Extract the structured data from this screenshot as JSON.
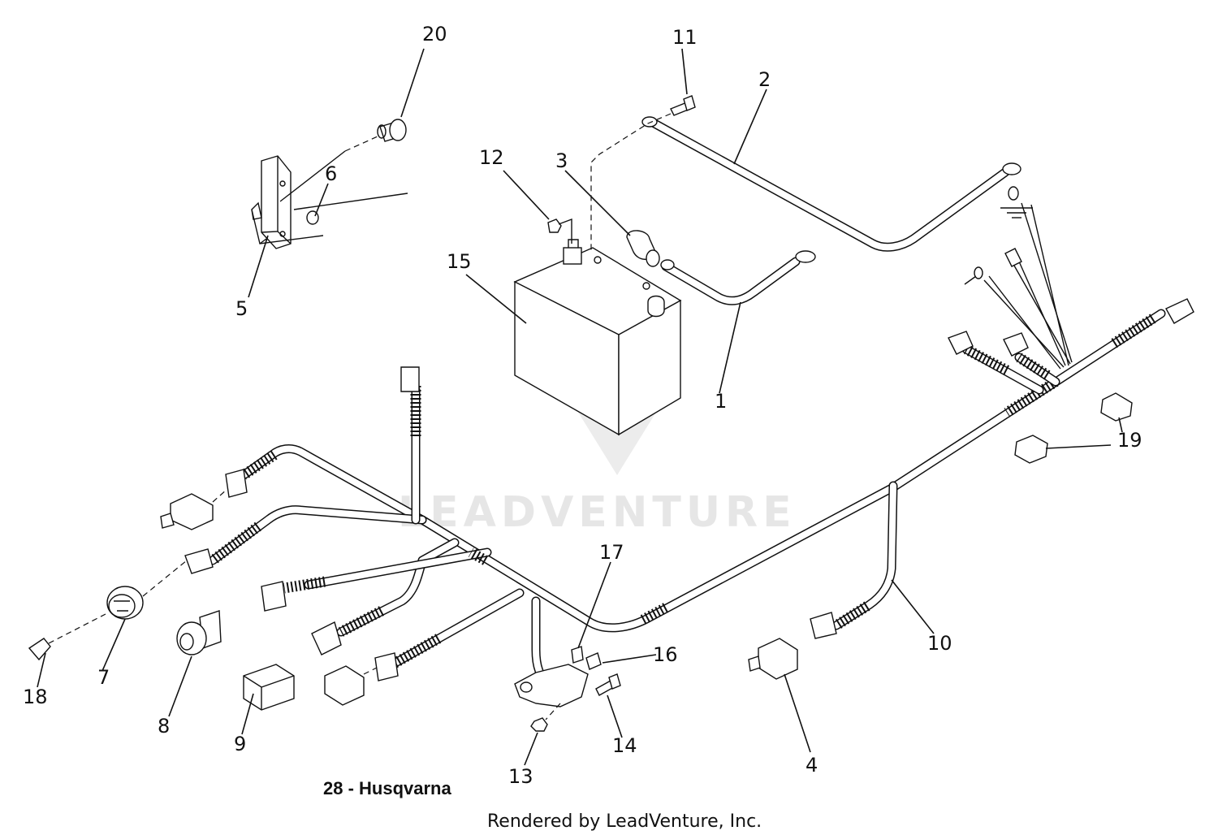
{
  "diagram": {
    "title": "28 - Husqvarna",
    "footer": "Rendered by LeadVenture, Inc.",
    "watermark": "LEADVENTURE",
    "callouts": [
      "20",
      "11",
      "2",
      "12",
      "3",
      "6",
      "15",
      "5",
      "1",
      "19",
      "17",
      "16",
      "7",
      "18",
      "8",
      "9",
      "13",
      "14",
      "10",
      "4"
    ]
  }
}
